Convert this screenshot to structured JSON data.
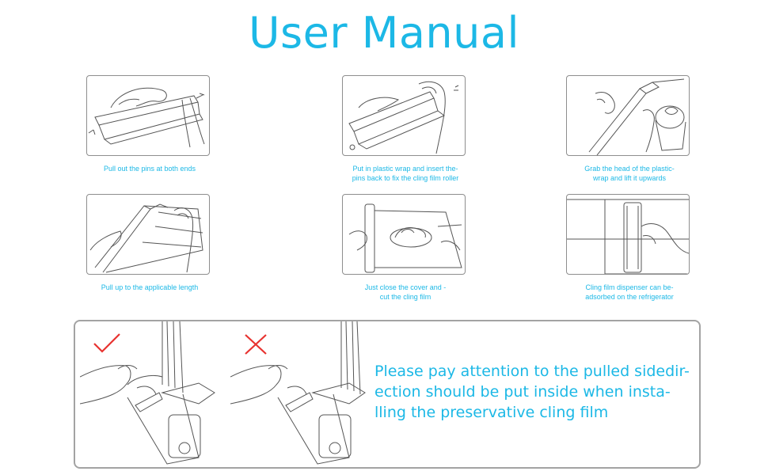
{
  "title": "User Manual",
  "steps": [
    {
      "lines": [
        "Pull out the pins at both ends"
      ]
    },
    {
      "lines": [
        "Put in plastic wrap and insert the-",
        "pins back to fix the cling film roller"
      ]
    },
    {
      "lines": [
        "Grab the head of the plastic-",
        "wrap and lift it upwards"
      ]
    },
    {
      "lines": [
        "Pull up to the applicable length"
      ]
    },
    {
      "lines": [
        "Just close the cover and -",
        "cut the cling film"
      ]
    },
    {
      "lines": [
        "Cling film dispenser can be-",
        "adsorbed on the refrigerator"
      ]
    }
  ],
  "notice": {
    "lines": [
      "Please pay attention to the pulled sidedir-",
      "ection should be put inside when insta-",
      "lling the preservative cling film"
    ],
    "correct_icon": "check-mark-icon",
    "wrong_icon": "cross-mark-icon"
  },
  "colors": {
    "accent": "#1cb8e6",
    "check": "#e8322f",
    "cross": "#e8322f",
    "frame": "#8e8e8e"
  }
}
